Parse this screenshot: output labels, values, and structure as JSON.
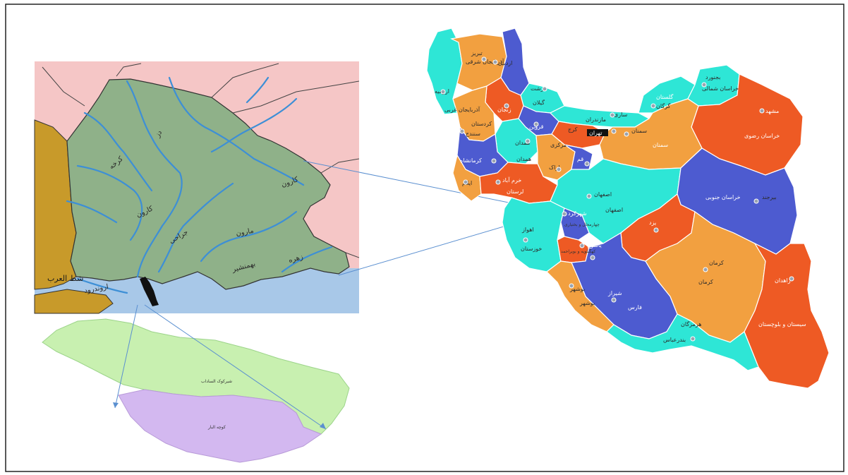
{
  "figure": {
    "khuzestan_map": {
      "rivers": [
        {
          "key": "karkheh",
          "label": "کرخه"
        },
        {
          "key": "dez",
          "label": "دز"
        },
        {
          "key": "karun",
          "label": "کارون"
        },
        {
          "key": "jarrahi",
          "label": "جراحی"
        },
        {
          "key": "marun",
          "label": "مارون"
        },
        {
          "key": "zohreh",
          "label": "زهره"
        },
        {
          "key": "shatt",
          "label": "شط العرب"
        },
        {
          "key": "bahmanshir",
          "label": "بهمنشیر"
        },
        {
          "key": "arvand",
          "label": "اروندرود"
        }
      ],
      "colors": {
        "land": "#8fb189",
        "neighbor": "#f5c6c6",
        "iraq": "#c89a2a",
        "sea": "#a8c8e8",
        "river": "#3d8fd6"
      }
    },
    "inset_map": {
      "regions": [
        {
          "key": "north",
          "label": "شیرکوک الساداب"
        },
        {
          "key": "south",
          "label": "کوچه البار"
        }
      ],
      "colors": {
        "north": "#c8f0b0",
        "south": "#d3b8f0"
      }
    },
    "iran_map": {
      "provinces": [
        {
          "key": "ardabil",
          "label": "اردبیل"
        },
        {
          "key": "azar_sharghi",
          "label": "آذربایجان شرقی"
        },
        {
          "key": "azar_gharbi",
          "label": "آذربایجان غربی"
        },
        {
          "key": "tabriz",
          "label": "تبریز"
        },
        {
          "key": "urmia",
          "label": "ارومیه"
        },
        {
          "key": "gilan",
          "label": "گیلان"
        },
        {
          "key": "rasht",
          "label": "رشت"
        },
        {
          "key": "zanjan",
          "label": "زنجان"
        },
        {
          "key": "qazvin",
          "label": "قزوین"
        },
        {
          "key": "mazandaran",
          "label": "مازندران"
        },
        {
          "key": "sari",
          "label": "ساری"
        },
        {
          "key": "golestan",
          "label": "گلستان"
        },
        {
          "key": "gorgan",
          "label": "گرگان"
        },
        {
          "key": "bojnurd",
          "label": "بجنورد"
        },
        {
          "key": "khorasan_shomali",
          "label": "خراسان شمالی"
        },
        {
          "key": "mashhad",
          "label": "مشهد"
        },
        {
          "key": "khorasan_razavi",
          "label": "خراسان رضوی"
        },
        {
          "key": "tehran",
          "label": "تهران"
        },
        {
          "key": "karaj",
          "label": "کرج"
        },
        {
          "key": "semnan_city",
          "label": "سمنان"
        },
        {
          "key": "semnan",
          "label": "سمنان"
        },
        {
          "key": "kurdistan",
          "label": "کردستان"
        },
        {
          "key": "sanandaj",
          "label": "سنندج"
        },
        {
          "key": "hamedan",
          "label": "همدان"
        },
        {
          "key": "hamedan_p",
          "label": "همدان"
        },
        {
          "key": "markazi",
          "label": "مرکزی"
        },
        {
          "key": "arak",
          "label": "اراک"
        },
        {
          "key": "qom",
          "label": "قم"
        },
        {
          "key": "kermanshah",
          "label": "کرمانشاه"
        },
        {
          "key": "ilam",
          "label": "ایلام"
        },
        {
          "key": "lorestan",
          "label": "لرستان"
        },
        {
          "key": "khorramabad",
          "label": "خرم آباد"
        },
        {
          "key": "isfahan_city",
          "label": "اصفهان"
        },
        {
          "key": "isfahan",
          "label": "اصفهان"
        },
        {
          "key": "khorasan_jonubi",
          "label": "خراسان جنوبی"
        },
        {
          "key": "birjand",
          "label": "بیرجند"
        },
        {
          "key": "ahvaz",
          "label": "اهواز"
        },
        {
          "key": "khuzestan",
          "label": "خوزستان"
        },
        {
          "key": "chaharmahal",
          "label": "چهارمحال و بختیاری"
        },
        {
          "key": "shahrekord",
          "label": "شهرکرد"
        },
        {
          "key": "yazd",
          "label": "یزد"
        },
        {
          "key": "kohgiluyeh",
          "label": "کهگیلویه و بویراحمد"
        },
        {
          "key": "yasuj",
          "label": "یاسوج"
        },
        {
          "key": "kerman_city",
          "label": "کرمان"
        },
        {
          "key": "kerman",
          "label": "کرمان"
        },
        {
          "key": "zahedan",
          "label": "زاهدان"
        },
        {
          "key": "sistan",
          "label": "سیستان و بلوچستان"
        },
        {
          "key": "shiraz",
          "label": "شیراز"
        },
        {
          "key": "fars",
          "label": "فارس"
        },
        {
          "key": "bushehr_city",
          "label": "بوشهر"
        },
        {
          "key": "bushehr",
          "label": "بوشهر"
        },
        {
          "key": "hormozgan",
          "label": "هرمزگان"
        },
        {
          "key": "bandarabbas",
          "label": "بندرعباس"
        }
      ],
      "colors": {
        "cyan": "#2ee6d6",
        "orange": "#f2a040",
        "red": "#ee5a24",
        "blue": "#4d5bd0"
      }
    }
  }
}
